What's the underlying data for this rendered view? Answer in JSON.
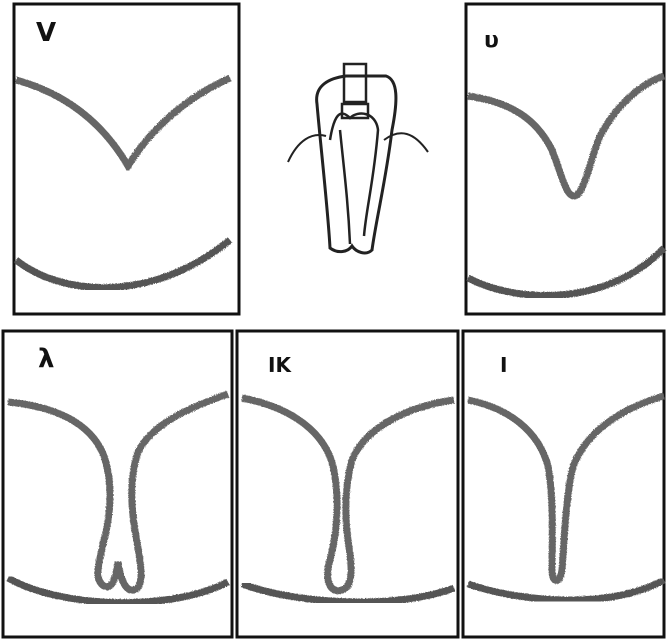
{
  "panels": [
    {
      "label": "V"
    },
    {
      "label": "υ"
    },
    {
      "label": "λ"
    },
    {
      "label": "ΙΚ"
    },
    {
      "label": "Ι"
    }
  ]
}
